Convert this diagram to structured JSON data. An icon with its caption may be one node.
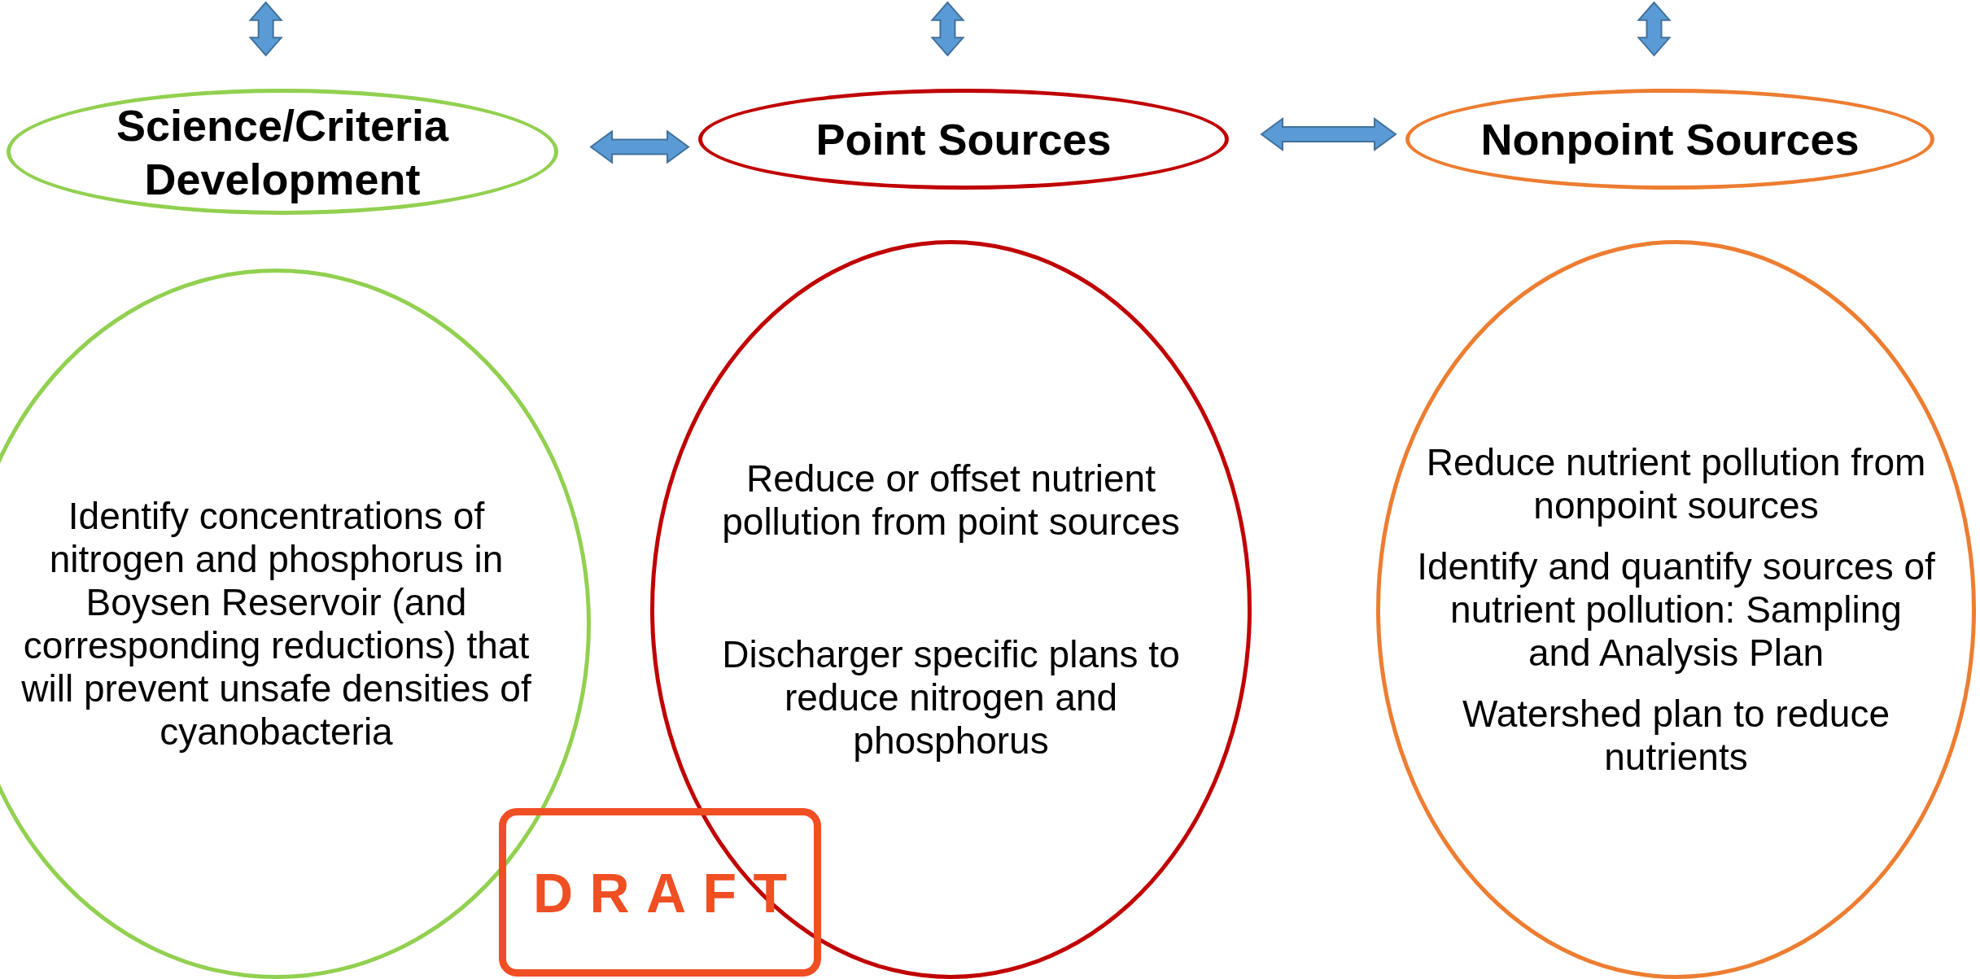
{
  "diagram": {
    "nodes": [
      {
        "text": [
          "Science/Criteria Development"
        ]
      },
      {
        "text": [
          "Point Sources"
        ]
      },
      {
        "text": [
          "Nonpoint Sources"
        ]
      },
      {
        "text": [
          "Identify concentrations of nitrogen and phosphorus in Boysen Reservoir (and corresponding reductions) that will prevent unsafe densities of cyanobacteria"
        ]
      },
      {
        "text": [
          "Reduce or offset nutrient pollution from point sources",
          "Discharger specific plans to reduce nitrogen and phosphorus"
        ]
      },
      {
        "text": [
          "Reduce nutrient pollution from nonpoint sources",
          "Identify and quantify sources of nutrient pollution: Sampling and Analysis Plan",
          "Watershed plan to reduce nutrients"
        ]
      }
    ],
    "edges": [
      {
        "from": null,
        "to": 0,
        "arrow": "both"
      },
      {
        "from": null,
        "to": 1,
        "arrow": "both"
      },
      {
        "from": null,
        "to": 2,
        "arrow": "both"
      },
      {
        "from": 0,
        "to": 1,
        "arrow": "both"
      },
      {
        "from": 1,
        "to": 2,
        "arrow": "both"
      }
    ],
    "labels": [
      "DRAFT"
    ]
  }
}
